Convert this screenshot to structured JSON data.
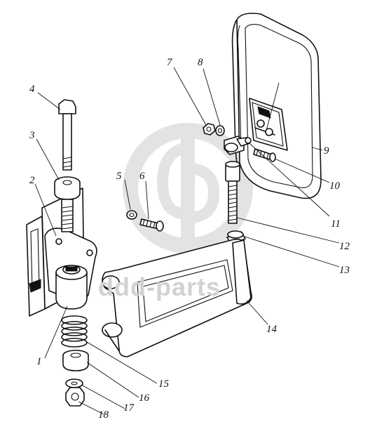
{
  "diagram": {
    "watermark_text": "ddd-parts",
    "logo": "gb-monogram-watermark",
    "colors": {
      "ink": "#111111",
      "watermark": "#d2d2d2",
      "background": "#ffffff"
    },
    "callouts": [
      "1",
      "2",
      "3",
      "4",
      "5",
      "6",
      "7",
      "8",
      "9",
      "10",
      "11",
      "12",
      "13",
      "14",
      "15",
      "16",
      "17",
      "18"
    ]
  }
}
